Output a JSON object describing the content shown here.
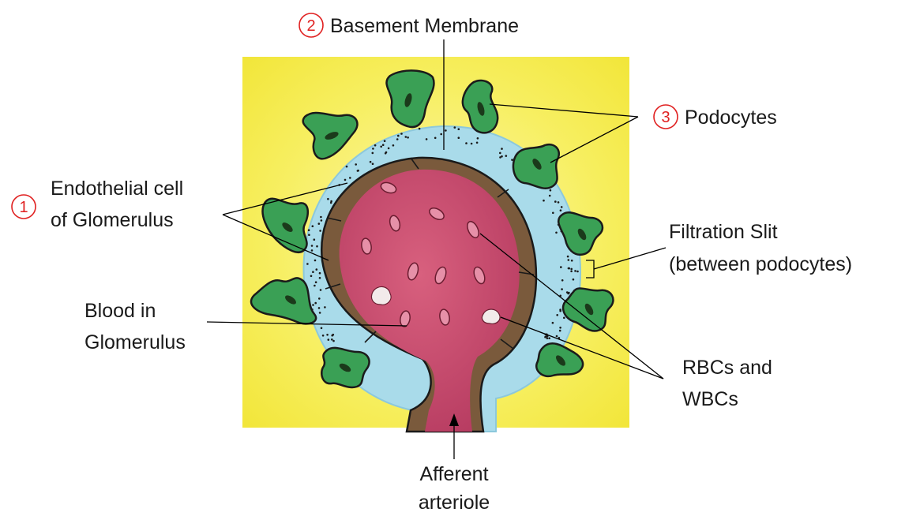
{
  "labels": {
    "basement_membrane": {
      "number": "2",
      "text": "Basement Membrane"
    },
    "podocytes": {
      "number": "3",
      "text": "Podocytes"
    },
    "endothelial": {
      "number": "1",
      "line1": "Endothelial cell",
      "line2": "of Glomerulus"
    },
    "filtration_slit": {
      "line1": "Filtration Slit",
      "line2": "(between podocytes)"
    },
    "blood": {
      "line1": "Blood in",
      "line2": "Glomerulus"
    },
    "rbc_wbc": {
      "line1": "RBCs and",
      "line2": "WBCs"
    },
    "afferent": {
      "line1": "Afferent",
      "line2": "arteriole"
    }
  },
  "colors": {
    "background_fill": "#f7ef55",
    "basement_membrane": "#a9dbea",
    "endothelium": "#7a5a3c",
    "blood": "#c94a70",
    "podocyte": "#3aa055",
    "number_circle": "#e02020"
  }
}
